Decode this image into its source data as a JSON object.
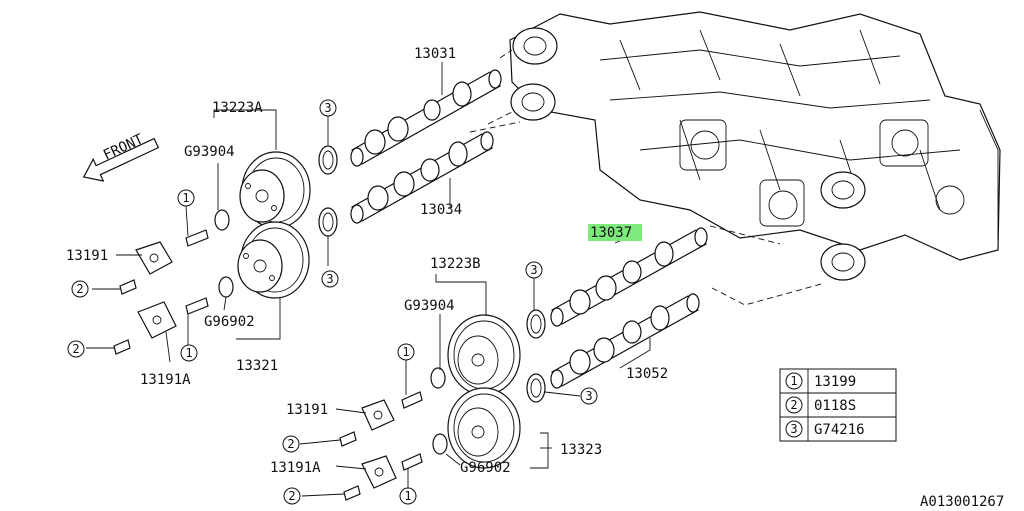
{
  "front_label": "FRONT",
  "labels": {
    "p13031": "13031",
    "p13223A": "13223A",
    "pG93904_top": "G93904",
    "p13034": "13034",
    "p13191_top": "13191",
    "pG96902_top": "G96902",
    "p13191A_top": "13191A",
    "p13321": "13321",
    "p13037": "13037",
    "p13223B": "13223B",
    "pG93904_bot": "G93904",
    "p13052": "13052",
    "p13191_bot": "13191",
    "p13323": "13323",
    "p13191A_bot": "13191A",
    "pG96902_bot": "G96902"
  },
  "callout_numbers": {
    "one": "1",
    "two": "2",
    "three": "3"
  },
  "legend": [
    {
      "num": "1",
      "part": "13199"
    },
    {
      "num": "2",
      "part": "0118S"
    },
    {
      "num": "3",
      "part": "G74216"
    }
  ],
  "diagram_id": "A013001267",
  "highlight_color": "#7CEB7C"
}
